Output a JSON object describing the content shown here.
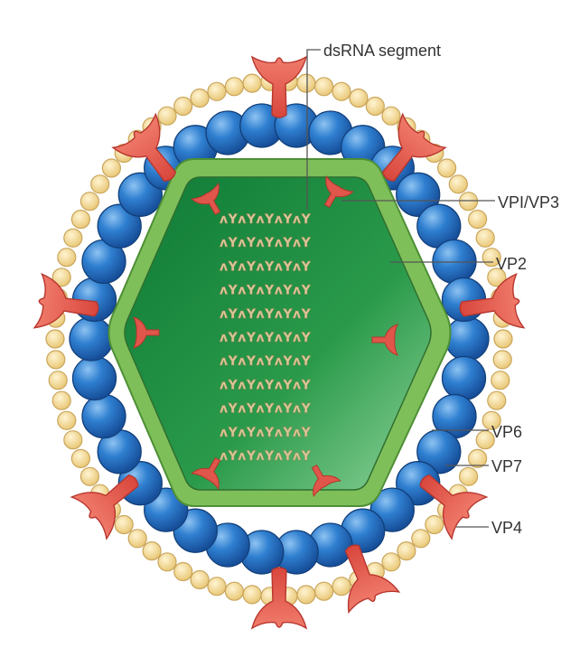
{
  "labels": {
    "dsrna": "dsRNA segment",
    "vp1vp3": "VPI/VP3",
    "vp2": "VP2",
    "vp6": "VP6",
    "vp7": "VP7",
    "vp4": "VP4"
  },
  "rna_strand": "ʌYʌYʌYʌYʌY",
  "colors": {
    "vp7_bead": "#f2d48d",
    "vp7_bead_edge": "#c9a55a",
    "vp6_sphere": "#2f7fd0",
    "vp6_sphere_dark": "#174f9a",
    "vp2_shell": "#7fbf5a",
    "core_green": "#1e8a3e",
    "spike_red": "#e0564a",
    "label_text": "#333333"
  }
}
